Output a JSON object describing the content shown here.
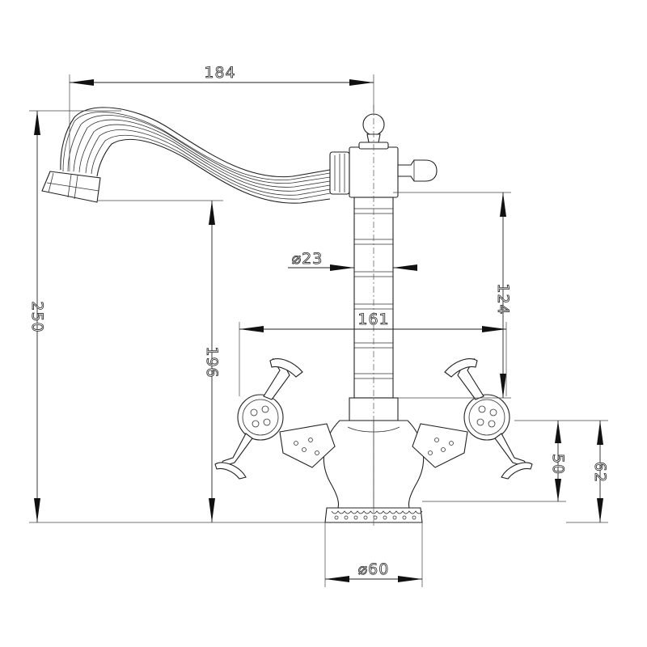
{
  "drawing": {
    "line_color": "#222222",
    "background": "#ffffff"
  },
  "dimensions": {
    "spout_reach": "184",
    "total_height": "250",
    "spout_outlet_height": "196",
    "column_height": "124",
    "column_diameter": "⌀23",
    "handle_span": "161",
    "handle_height": "50",
    "body_height": "62",
    "base_diameter": "⌀60"
  }
}
